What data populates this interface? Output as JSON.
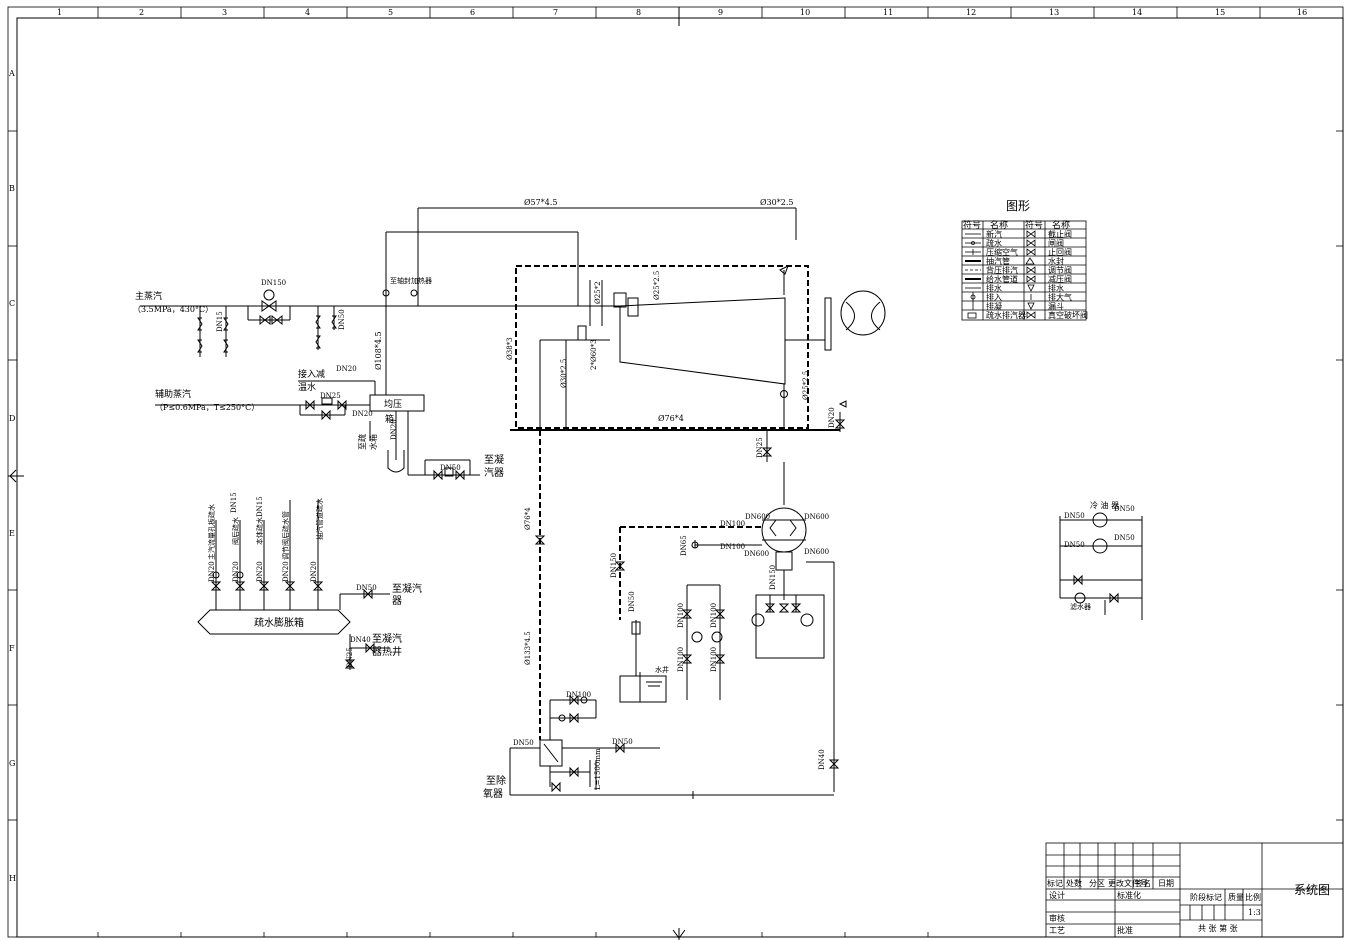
{
  "sheet": {
    "col_numbers": [
      "1",
      "2",
      "3",
      "4",
      "5",
      "6",
      "7",
      "8",
      "9",
      "10",
      "11",
      "12",
      "13",
      "14",
      "15",
      "16"
    ],
    "row_letters": [
      "A",
      "B",
      "C",
      "D",
      "E",
      "F",
      "G",
      "H"
    ]
  },
  "steam": {
    "main_steam": "主蒸汽",
    "main_steam_params": "（3.5MPa，430°C）",
    "dn150": "DN150",
    "dn15": "DN15",
    "dn50": "DN50",
    "aux_steam": "辅助蒸汽",
    "aux_steam_params": "（P≤0.6MPa，T≤250°C）",
    "dn20": "DN20",
    "dn25": "DN25",
    "desuper_water_1": "接入减",
    "desuper_water_2": "温水",
    "header_box": "均压",
    "header_box_sub": "箱",
    "pipe_108": "Ø108*4.5",
    "to_drain_1": "至疏",
    "to_drain_2": "水箱",
    "to_condenser_1": "至凝",
    "to_condenser_2": "汽器",
    "flow_meter_label": "至轴封加热器"
  },
  "turbine": {
    "pipe_57": "Ø57*4.5",
    "pipe_30": "Ø30*2.5",
    "pipe_25a": "Ø25*2",
    "pipe_25b": "Ø25*2.5",
    "pipe_38": "Ø38*3",
    "pipe_30b": "Ø30*2.5",
    "pipe_2x60": "2*Ø60*3",
    "pipe_76": "Ø76*4",
    "pipe_25c": "Ø25*2.5",
    "dn20": "DN20",
    "dn25": "DN25"
  },
  "condenser": {
    "dn600_a": "DN600",
    "dn600_b": "DN600",
    "dn600_c": "DN600",
    "dn600_d": "DN600",
    "dn100_a": "DN100",
    "dn100_b": "DN100",
    "dn65": "DN65",
    "dn150": "DN150",
    "dn150_b": "DN150",
    "dn100_c": "DN100",
    "dn100_d": "DN100",
    "dn100_e": "DN100",
    "dn100_f": "DN100",
    "dn40": "DN40",
    "pipe_76": "Ø76*4",
    "pipe_133": "Ø133*4.5",
    "tank_label": "水井",
    "dn50": "DN50"
  },
  "bottom": {
    "dn50": "DN50",
    "dn100": "DN100",
    "dn50_b": "DN50",
    "to_deaerator_1": "至除",
    "to_deaerator_2": "氧器",
    "dim_label": "L=1500mm"
  },
  "drain_tank": {
    "label": "疏水膨胀箱",
    "in1": "主汽流量孔板疏水",
    "in2": "阀后疏水",
    "in3": "本体疏水DN15",
    "in4": "调节阀后疏水管",
    "in5": "抽汽管道疏水",
    "dn20": "DN20",
    "dn20b": "DN20",
    "dn20c": "DN20",
    "dn20d": "DN20",
    "dn20e": "DN20",
    "dn15": "DN15",
    "dn50": "DN50",
    "to_cond_a1": "至凝汽",
    "to_cond_a2": "器",
    "dn40": "DN40",
    "to_cond_b1": "至凝汽",
    "to_cond_b2": "器热井",
    "dn25": "DN25"
  },
  "oil": {
    "cooler": "冷 油 器",
    "dn50a": "DN50",
    "dn50b": "DN50",
    "dn50c": "DN50",
    "dn50d": "DN50",
    "filter": "滤水器"
  },
  "legend": {
    "title": "图形",
    "h1": "符号",
    "h2": "名称",
    "h3": "符号",
    "h4": "名称",
    "left_names": [
      "新汽",
      "疏水",
      "压缩空气",
      "抽汽管",
      "背压排汽",
      "给水管道",
      "排水",
      "排入",
      "排凝",
      "疏水排汽器"
    ],
    "right_names": [
      "截止阀",
      "闸阀",
      "止回阀",
      "水封",
      "调节阀",
      "减压阀",
      "排水",
      "排大气",
      "漏斗",
      "真空破坏阀"
    ]
  },
  "title_block": {
    "h_marks": "标记",
    "h_count": "处数",
    "h_zone": "分区",
    "h_change": "更改文件号",
    "h_sign": "签名",
    "h_date": "日期",
    "design": "设计",
    "standard": "标准化",
    "review": "审核",
    "process": "工艺",
    "approve": "批准",
    "stage": "阶段标记",
    "mass": "质量",
    "ratio": "比例",
    "scale": "1:3",
    "sheets": "共   张 第   张",
    "drawing_title": "系统图"
  }
}
